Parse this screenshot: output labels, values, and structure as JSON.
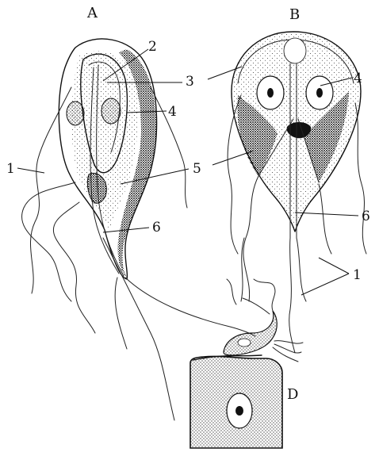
{
  "panels": {
    "a": "A",
    "b": "B",
    "d": "D"
  },
  "labels": {
    "one_a": "1",
    "one_b": "1",
    "two": "2",
    "three": "3",
    "four_a": "4",
    "four_b": "4",
    "five": "5",
    "six_a": "6",
    "six_b": "6"
  },
  "colors": {
    "ink": "#111111",
    "stipple": "#333333",
    "paper": "#ffffff"
  }
}
